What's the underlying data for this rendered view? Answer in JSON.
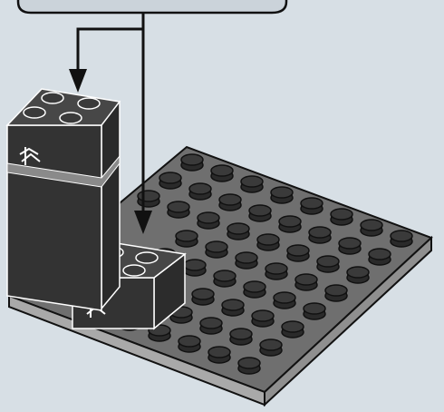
{
  "scene": {
    "subject": "lego-build-instruction-step",
    "colors": {
      "background": "#d7dfe5",
      "callout_fill": "#cbd3da",
      "outline": "#111111",
      "baseplate_top": "#6f6f6f",
      "baseplate_edge": "#a9a9a9",
      "stud": "#3a3a3a",
      "brick_dark": "#333333",
      "brick_top": "#474747",
      "highlight": "#ffffff",
      "stripe": "#8a8a8a"
    },
    "baseplate": {
      "rows": 8,
      "cols": 8
    },
    "arrows": [
      {
        "name": "arrow-to-tall-brick",
        "target": "tall-brick-stack"
      },
      {
        "name": "arrow-to-small-brick",
        "target": "small-brick"
      }
    ]
  }
}
